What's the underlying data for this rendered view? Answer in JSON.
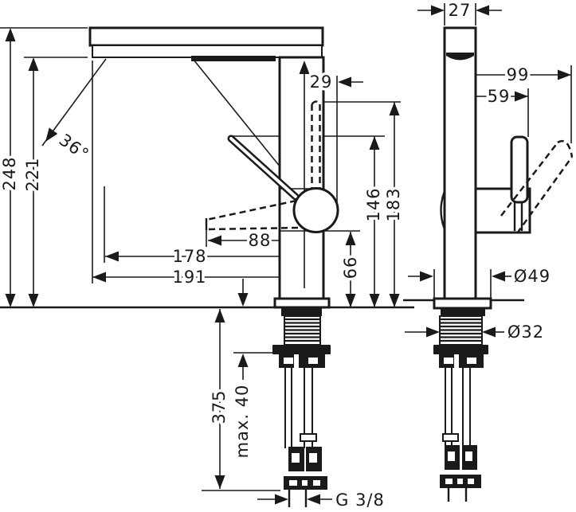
{
  "drawing": {
    "title": "faucet-dimension-drawing",
    "unit": "mm",
    "colors": {
      "line": "#1a1a1a",
      "background": "#ffffff"
    },
    "front_view": {
      "total_height": "248",
      "spout_height": "221",
      "swivel_angle": "36°",
      "outlet_offset": "29",
      "outlet_to_lever_tip": "88",
      "reach_mid": "178",
      "reach_total": "191",
      "body_bottom_height": "66",
      "lever_tip_height": "146",
      "lever_up_height": "183",
      "hose_length_below": "375",
      "max_counter_thickness": "max. 40",
      "hose_thread": "G 3/8"
    },
    "side_view": {
      "spout_width": "27",
      "lever_reach_open": "99",
      "lever_reach_up": "59",
      "base_diameter": "Ø49",
      "shank_diameter": "Ø32"
    }
  }
}
